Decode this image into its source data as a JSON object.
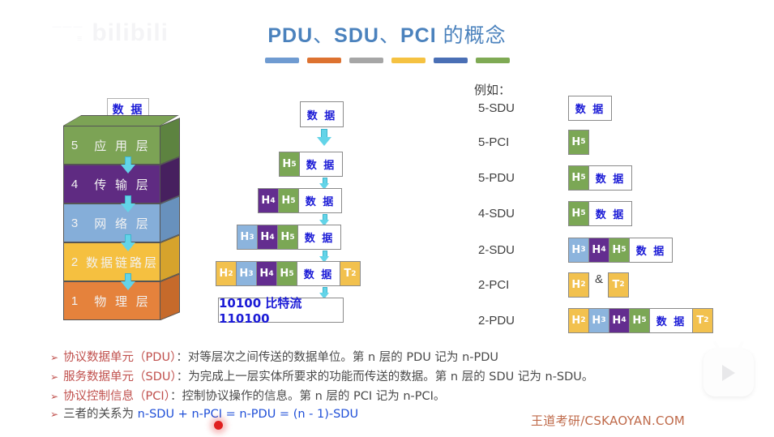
{
  "watermark": {
    "brand": "bilibili",
    "sub_line1": "———",
    "sub_line2": "≡"
  },
  "title": {
    "en_pdu": "PDU",
    "sep1": "、",
    "en_sdu": "SDU",
    "sep2": "、",
    "en_pci": "PCI",
    "cn": " 的概念"
  },
  "title_bars": [
    "#6f9bd1",
    "#dd7230",
    "#a6a6a6",
    "#f5c242",
    "#4a6fb5",
    "#7faa54"
  ],
  "stack": {
    "top_box_label": "数 据",
    "layers": [
      {
        "num": "5",
        "name": "应 用 层",
        "color": "#7ca355",
        "side": "#5d8340"
      },
      {
        "num": "4",
        "name": "传 输 层",
        "color": "#5f2b82",
        "side": "#47205f"
      },
      {
        "num": "3",
        "name": "网 络 层",
        "color": "#85aed9",
        "side": "#6891bd"
      },
      {
        "num": "2",
        "name": "数据链路层",
        "color": "#f5c040",
        "side": "#d6a32c"
      },
      {
        "num": "1",
        "name": "物 理 层",
        "color": "#e5823c",
        "side": "#c66a2b"
      }
    ]
  },
  "encapsulation": {
    "top_label": "数 据",
    "bitstream": "10100 比特流 110100",
    "rows": [
      {
        "cells": [
          {
            "type": "h5",
            "text": "H",
            "sub": "5"
          },
          {
            "type": "data",
            "text": "数 据"
          }
        ]
      },
      {
        "cells": [
          {
            "type": "h4",
            "text": "H",
            "sub": "4"
          },
          {
            "type": "h5",
            "text": "H",
            "sub": "5"
          },
          {
            "type": "data",
            "text": "数 据"
          }
        ]
      },
      {
        "cells": [
          {
            "type": "h3",
            "text": "H",
            "sub": "3"
          },
          {
            "type": "h4",
            "text": "H",
            "sub": "4"
          },
          {
            "type": "h5",
            "text": "H",
            "sub": "5"
          },
          {
            "type": "data",
            "text": "数 据"
          }
        ]
      },
      {
        "cells": [
          {
            "type": "h2",
            "text": "H",
            "sub": "2"
          },
          {
            "type": "h3",
            "text": "H",
            "sub": "3"
          },
          {
            "type": "h4",
            "text": "H",
            "sub": "4"
          },
          {
            "type": "h5",
            "text": "H",
            "sub": "5"
          },
          {
            "type": "data",
            "text": "数 据"
          },
          {
            "type": "t2",
            "text": "T",
            "sub": "2"
          }
        ]
      }
    ]
  },
  "examples": {
    "heading": "例如：",
    "rows": [
      {
        "label": "5-SDU",
        "cells": [
          {
            "type": "data",
            "text": "数 据"
          }
        ]
      },
      {
        "label": "5-PCI",
        "cells": [
          {
            "type": "h5",
            "text": "H",
            "sub": "5"
          }
        ]
      },
      {
        "label": "5-PDU",
        "cells": [
          {
            "type": "h5",
            "text": "H",
            "sub": "5"
          },
          {
            "type": "data",
            "text": "数 据"
          }
        ]
      },
      {
        "label": "4-SDU",
        "cells": [
          {
            "type": "h5",
            "text": "H",
            "sub": "5"
          },
          {
            "type": "data",
            "text": "数 据"
          }
        ]
      },
      {
        "label": "2-SDU",
        "cells": [
          {
            "type": "h3",
            "text": "H",
            "sub": "3"
          },
          {
            "type": "h4",
            "text": "H",
            "sub": "4"
          },
          {
            "type": "h5",
            "text": "H",
            "sub": "5"
          },
          {
            "type": "data",
            "text": "数 据"
          }
        ]
      },
      {
        "label": "2-PCI",
        "cells": [
          {
            "type": "h2",
            "text": "H",
            "sub": "2"
          },
          {
            "type": "amp",
            "text": "&"
          },
          {
            "type": "t2",
            "text": "T",
            "sub": "2"
          }
        ]
      },
      {
        "label": "2-PDU",
        "cells": [
          {
            "type": "h2",
            "text": "H",
            "sub": "2"
          },
          {
            "type": "h3",
            "text": "H",
            "sub": "3"
          },
          {
            "type": "h4",
            "text": "H",
            "sub": "4"
          },
          {
            "type": "h5",
            "text": "H",
            "sub": "5"
          },
          {
            "type": "data",
            "text": "数 据"
          },
          {
            "type": "t2",
            "text": "T",
            "sub": "2"
          }
        ]
      }
    ]
  },
  "bullets": [
    {
      "marker": "➢",
      "red": "协议数据单元（PDU）",
      "gray": "：对等层次之间传送的数据单位。第 n 层的 PDU 记为 n-PDU"
    },
    {
      "marker": "➢",
      "red": "服务数据单元（SDU）",
      "gray": "：为完成上一层实体所要求的功能而传送的数据。第 n 层的 SDU 记为 n-SDU。"
    },
    {
      "marker": "➢",
      "red": "协议控制信息（PCI）",
      "gray": "：控制协议操作的信息。第 n 层的 PCI 记为 n-PCI。"
    },
    {
      "marker": "➢",
      "gray": "三者的关系为 ",
      "blue": "n-SDU + n-PCI = n-PDU = (n - 1)-SDU"
    }
  ],
  "brand": "王道考研/CSKAOYAN.COM"
}
